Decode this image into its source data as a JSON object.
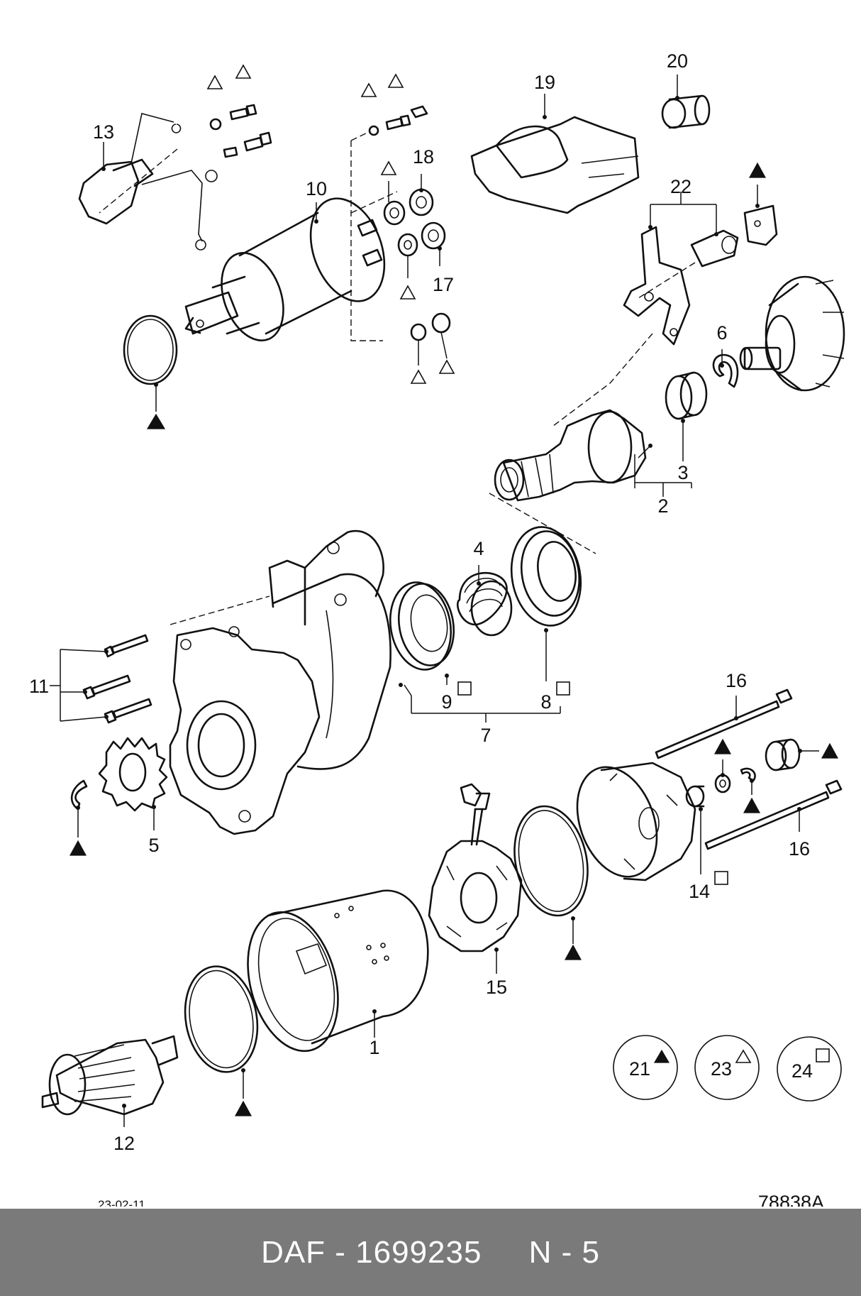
{
  "callouts": {
    "c1": "1",
    "c2": "2",
    "c3": "3",
    "c4": "4",
    "c5": "5",
    "c6": "6",
    "c7": "7",
    "c8": "8",
    "c9": "9",
    "c10": "10",
    "c11": "11",
    "c12": "12",
    "c13": "13",
    "c14": "14",
    "c15": "15",
    "c16a": "16",
    "c16b": "16",
    "c17": "17",
    "c18": "18",
    "c19": "19",
    "c20": "20",
    "c22": "22"
  },
  "legend": [
    {
      "number": "21",
      "symbol": "filled-triangle"
    },
    {
      "number": "23",
      "symbol": "open-triangle"
    },
    {
      "number": "24",
      "symbol": "open-square"
    }
  ],
  "date": "23-02-11",
  "drawing_number": "78838A",
  "footer": {
    "brand": "DAF",
    "part_number": "1699235",
    "section": "N - 5",
    "text": "DAF - 1699235     N - 5"
  }
}
